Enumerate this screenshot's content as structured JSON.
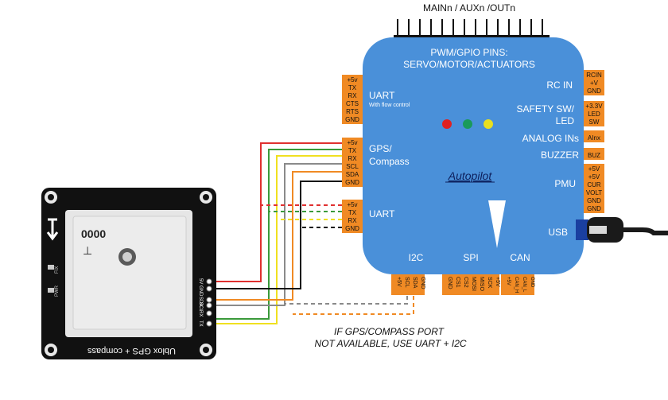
{
  "header": {
    "top_label": "MAINn / AUXn /OUTn"
  },
  "autopilot": {
    "title": "Autopilot",
    "pwm_line1": "PWM/GPIO PINS:",
    "pwm_line2": "SERVO/MOTOR/ACTUATORS",
    "right_labels": {
      "rcin": "RC IN",
      "safety1": "SAFETY SW/",
      "safety2": "LED",
      "analog": "ANALOG INs",
      "buzzer": "BUZZER",
      "pmu": "PMU",
      "usb": "USB"
    },
    "left_labels": {
      "uart1": "UART",
      "uart1_sub": "With flow control",
      "gps1": "GPS/",
      "gps2": "Compass",
      "uart2": "UART"
    },
    "bottom_labels": {
      "i2c": "I2C",
      "spi": "SPI",
      "can": "CAN"
    },
    "leds": [
      "#e02020",
      "#1a9a5a",
      "#e8e020"
    ],
    "body_color": "#4a90d9"
  },
  "connectors": {
    "uart_flow": [
      "+5v",
      "TX",
      "RX",
      "CTS",
      "RTS",
      "GND"
    ],
    "gps": [
      "+5v",
      "TX",
      "RX",
      "SCL",
      "SDA",
      "GND"
    ],
    "uart": [
      "+5v",
      "TX",
      "RX",
      "GND"
    ],
    "rcin": [
      "RCIN",
      "+V",
      "GND"
    ],
    "safety": [
      "+3.3V",
      "LED",
      "SW"
    ],
    "analog": [
      "AInx"
    ],
    "buzzer": [
      "BUZ"
    ],
    "pmu": [
      "+5V",
      "+5V",
      "CUR",
      "VOLT",
      "GND",
      "GND"
    ],
    "i2c": [
      "+5V",
      "SCL",
      "SDA",
      "GND"
    ],
    "spi": [
      "GND",
      "CS1",
      "CS2",
      "MOSI",
      "MISO",
      "SCK",
      "+5V"
    ],
    "can": [
      "+5V",
      "CAN_H",
      "CAN_L",
      "GND"
    ]
  },
  "gps_module": {
    "label": "Ublox GPS + compass",
    "number": "0000",
    "pins": [
      "5V",
      "GND",
      "SDA",
      "SCL",
      "RX",
      "TX"
    ],
    "indicators": [
      "FIX",
      "PWR"
    ]
  },
  "note": {
    "line1": "IF GPS/COMPASS PORT",
    "line2": "NOT AVAILABLE, USE UART + I2C"
  },
  "colors": {
    "connector": "#f08a24",
    "wire_red": "#e03030",
    "wire_green": "#3a9a3a",
    "wire_yellow": "#f0e020",
    "wire_gray": "#8a8a8a",
    "wire_orange": "#f08a24",
    "wire_black": "#111111"
  }
}
